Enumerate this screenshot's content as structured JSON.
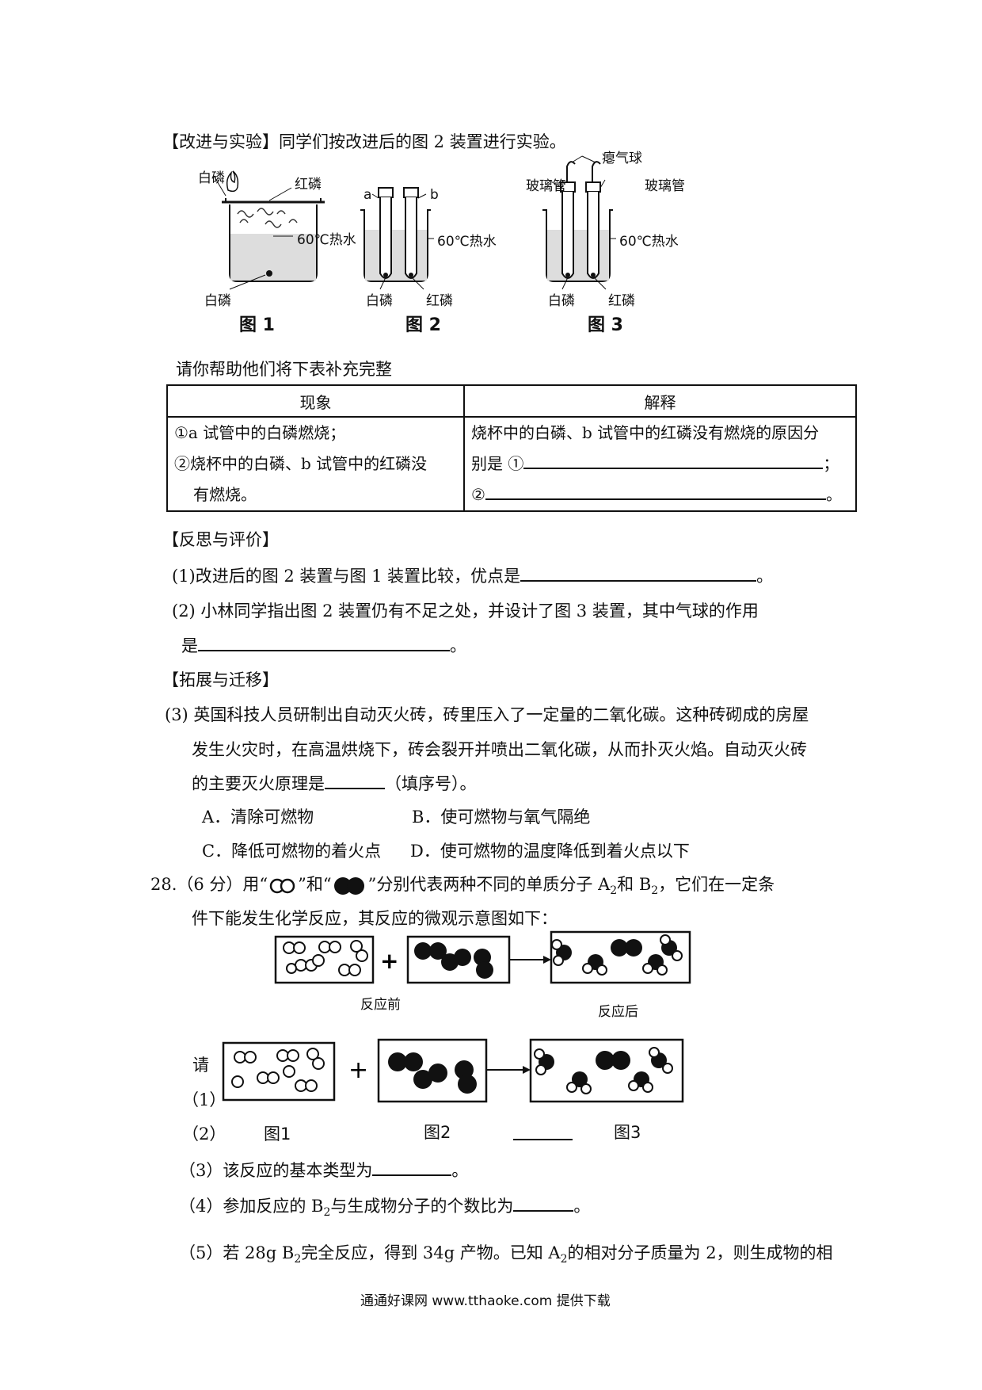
{
  "improve_heading": "【改进与实验】同学们按改进后的图 2 装置进行实验。",
  "figures": {
    "fig1": {
      "caption": "图 1",
      "label_white_p_top": "白磷",
      "label_red_p": "红磷",
      "label_hot_water": "60℃热水",
      "label_white_p_bottom": "白磷"
    },
    "fig2": {
      "caption": "图 2",
      "label_a": "a",
      "label_b": "b",
      "label_hot_water": "60℃热水",
      "label_white_p": "白磷",
      "label_red_p": "红磷"
    },
    "fig3": {
      "caption": "图 3",
      "label_balloon": "瘪气球",
      "label_glass_left": "玻璃管",
      "label_glass_right": "玻璃管",
      "label_hot_water": "60℃热水",
      "label_white_p": "白磷",
      "label_red_p": "红磷"
    }
  },
  "table_intro": "请你帮助他们将下表补充完整",
  "table": {
    "header_phenomenon": "现象",
    "header_explanation": "解释",
    "phenomenon_line1": "①a 试管中的白磷燃烧；",
    "phenomenon_line2": "②烧杯中的白磷、b 试管中的红磷没",
    "phenomenon_line3": "有燃烧。",
    "explanation_line1": "烧杯中的白磷、b 试管中的红磷没有燃烧的原因分",
    "explanation_line2": "别是 ①",
    "explanation_line2_end": "；",
    "explanation_line3": "②",
    "explanation_line3_end": "。"
  },
  "reflection_heading": "【反思与评价】",
  "q1": "(1)改进后的图 2 装置与图 1 装置比较，优点是",
  "q1_end": "。",
  "q2_line1": "(2) 小林同学指出图  2  装置仍有不足之处，并设计了图  3  装置，其中气球的作用",
  "q2_line2": "是",
  "q2_end": "。",
  "extension_heading": "【拓展与迁移】",
  "q3_line1": "(3)  英国科技人员研制出自动灭火砖，砖里压入了一定量的二氧化碳。这种砖砌成的房屋",
  "q3_line2": "发生火灾时，在高温烘烧下，砖会裂开并喷出二氧化碳，从而扑灭火焰。自动灭火砖",
  "q3_line3": "的主要灭火原理是",
  "q3_line3_end": "（填序号）。",
  "options": {
    "A": "A．清除可燃物",
    "B": "B．使可燃物与氧气隔绝",
    "C": "C．降低可燃物的着火点",
    "D": "D．使可燃物的温度降低到着火点以下"
  },
  "q28_line1_a": "28.（6 分）用“",
  "q28_line1_b": "”和“",
  "q28_line1_c": "”分别代表两种不同的单质分子 A",
  "q28_line1_d": "和 B",
  "q28_line1_e": "，它们在一定条",
  "q28_sub2": "2",
  "q28_line2": "件下能发生化学反应，其反应的微观示意图如下：",
  "micro": {
    "before_label": "反应前",
    "after_label": "反应后",
    "plus": "+",
    "fig1_caption": "图1",
    "fig2_caption": "图2",
    "fig3_caption": "图3"
  },
  "side_qing": "请",
  "side_1": "（1）",
  "side_2": "（2）",
  "q28_3": "（3）该反应的基本类型为",
  "q28_3_end": "。",
  "q28_4a": "（4）参加反应的 B",
  "q28_4b": "与生成物分子的个数比为",
  "q28_4_end": "。",
  "q28_5a": "（5）若 28g B",
  "q28_5b": "完全反应，得到 34g 产物。已知 A",
  "q28_5c": "的相对分子质量为 2，则生成物的相",
  "footer": "通通好课网  www.tthaoke.com  提供下载"
}
